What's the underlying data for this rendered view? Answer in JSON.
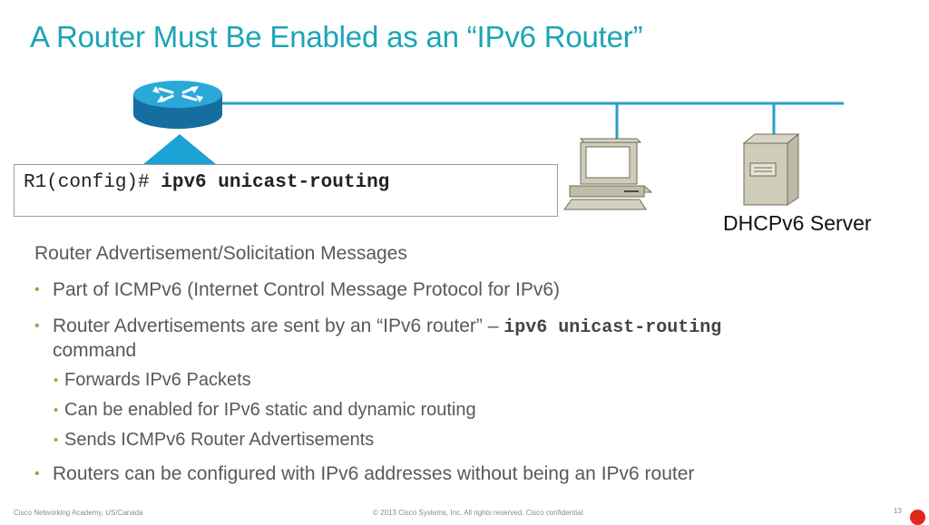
{
  "slide": {
    "title": "A Router Must Be Enabled as an “IPv6 Router”",
    "command": {
      "prompt": "R1(config)#",
      "keyword": "ipv6 unicast-routing"
    },
    "server_label": "DHCPv6 Server",
    "heading": "Router Advertisement/Solicitation Messages",
    "bullets": [
      {
        "text": "Part of ICMPv6 (Internet Control Message Protocol for IPv6)"
      },
      {
        "text_before": "Router Advertisements are sent by an “IPv6 router” –",
        "code": "ipv6 unicast-routing",
        "text_after": "command"
      },
      {
        "text": "Routers can be configured with IPv6 addresses without being an IPv6 router"
      }
    ],
    "sub_bullets": [
      "Forwards IPv6 Packets",
      "Can be enabled for IPv6 static and dynamic routing",
      "Sends ICMPv6 Router Advertisements"
    ],
    "footer": {
      "left": "Cisco Networking Academy, US/Canada",
      "center": "© 2013 Cisco Systems, Inc. All rights reserved. Cisco confidential.",
      "page": "13"
    },
    "colors": {
      "title": "#1ba5b6",
      "link": "#2a9fc9",
      "bullet": "#7ab648",
      "text": "#58595b",
      "cisco_red": "#e1261c"
    }
  }
}
